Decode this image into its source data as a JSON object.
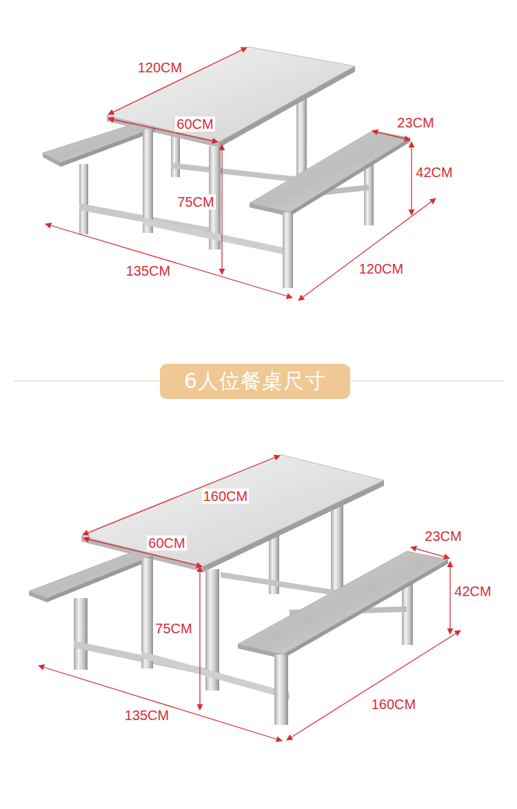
{
  "diagram": {
    "nodes": [
      {
        "text": [
          "6人位餐桌尺寸"
        ]
      }
    ],
    "labels": [
      "120CM",
      "60CM",
      "23CM",
      "42CM",
      "75CM",
      "135CM",
      "120CM",
      "160CM",
      "60CM",
      "23CM",
      "42CM",
      "75CM",
      "135CM",
      "160CM"
    ]
  }
}
